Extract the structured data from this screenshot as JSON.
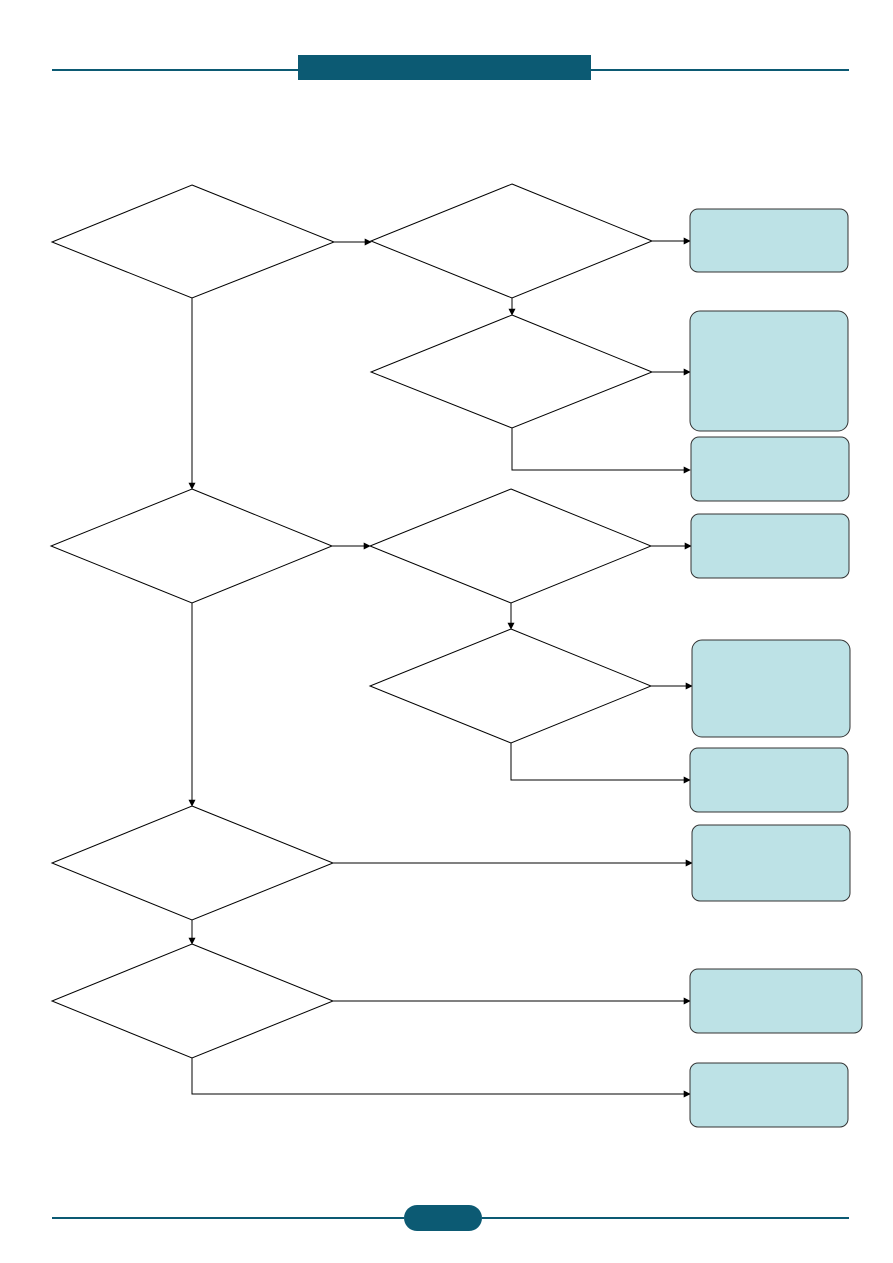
{
  "header": {
    "title": ""
  },
  "footer": {
    "page_number": ""
  },
  "colors": {
    "brand": "#0c5a73",
    "box_fill": "#bde2e6",
    "box_stroke": "#333333",
    "line": "#000000"
  },
  "diagram": {
    "decisions": [
      {
        "id": "d1",
        "text": ""
      },
      {
        "id": "d2",
        "text": ""
      },
      {
        "id": "d3",
        "text": ""
      },
      {
        "id": "d4",
        "text": ""
      },
      {
        "id": "d5",
        "text": ""
      },
      {
        "id": "d6",
        "text": ""
      },
      {
        "id": "d7",
        "text": ""
      },
      {
        "id": "d8",
        "text": ""
      }
    ],
    "actions": [
      {
        "id": "a1",
        "text": ""
      },
      {
        "id": "a2",
        "text": ""
      },
      {
        "id": "a3",
        "text": ""
      },
      {
        "id": "a4",
        "text": ""
      },
      {
        "id": "a5",
        "text": ""
      },
      {
        "id": "a6",
        "text": ""
      },
      {
        "id": "a7",
        "text": ""
      },
      {
        "id": "a8",
        "text": ""
      },
      {
        "id": "a9",
        "text": ""
      }
    ]
  }
}
